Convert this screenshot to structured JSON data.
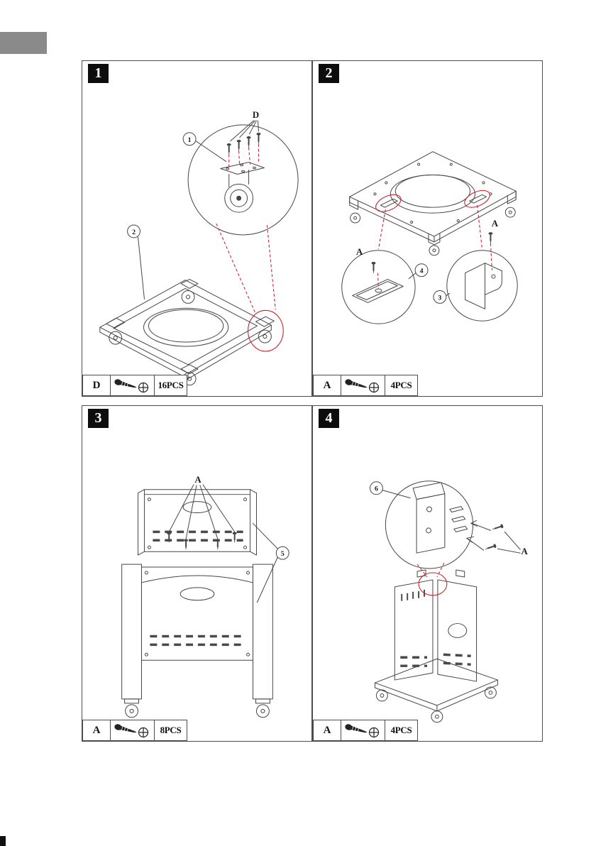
{
  "page": {
    "background": "#ffffff",
    "tab_color": "#8a8a8a",
    "line_color": "#454545",
    "accent_red": "#c9252c"
  },
  "steps": [
    {
      "number": "1",
      "figure": {
        "screw_label": "D",
        "callouts": {
          "c1": "1",
          "c2": "2"
        }
      },
      "hardware": {
        "letter": "D",
        "count": "16PCS",
        "icon": "phillips-screw-icon"
      }
    },
    {
      "number": "2",
      "figure": {
        "screw_label_left": "A",
        "screw_label_right": "A",
        "callouts": {
          "c3": "3",
          "c4": "4"
        }
      },
      "hardware": {
        "letter": "A",
        "count": "4PCS",
        "icon": "phillips-screw-icon"
      }
    },
    {
      "number": "3",
      "figure": {
        "screw_label": "A",
        "callouts": {
          "c5": "5"
        }
      },
      "hardware": {
        "letter": "A",
        "count": "8PCS",
        "icon": "phillips-screw-icon"
      }
    },
    {
      "number": "4",
      "figure": {
        "screw_label": "A",
        "callouts": {
          "c6": "6"
        }
      },
      "hardware": {
        "letter": "A",
        "count": "4PCS",
        "icon": "phillips-screw-icon"
      }
    }
  ]
}
